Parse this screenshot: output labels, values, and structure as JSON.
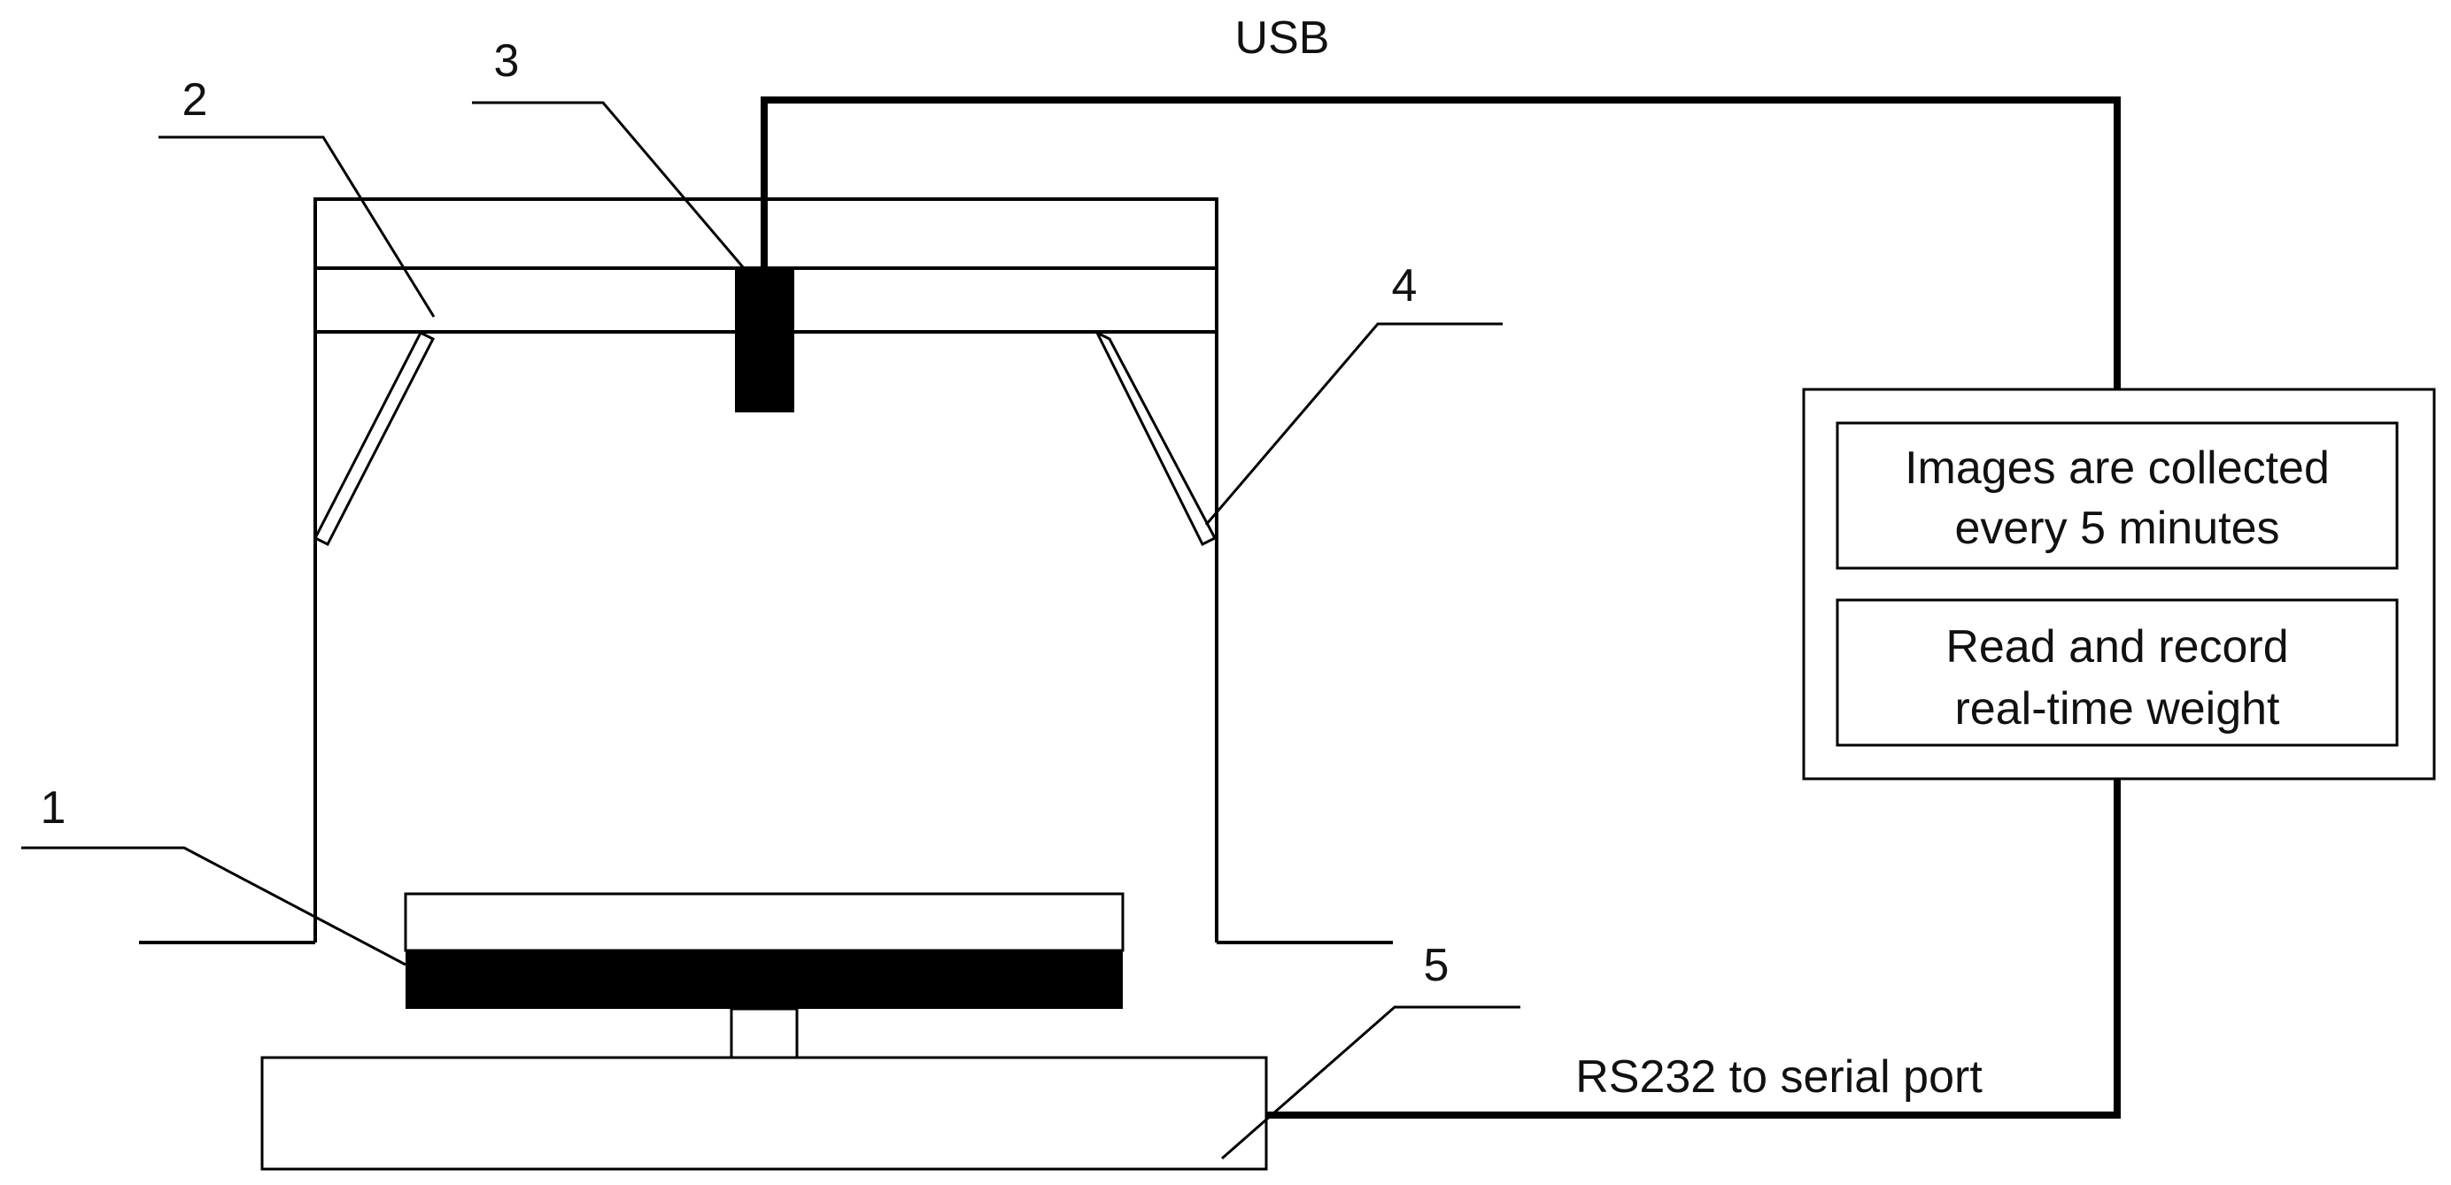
{
  "labels": {
    "usb": "USB",
    "rs232": "RS232 to serial port",
    "callout_1": "1",
    "callout_2": "2",
    "callout_3": "3",
    "callout_4": "4",
    "callout_5": "5"
  },
  "controller": {
    "task_1_line_1": "Images are collected",
    "task_1_line_2": "every 5 minutes",
    "task_2_line_1": "Read and record",
    "task_2_line_2": "real-time weight"
  },
  "colors": {
    "stroke": "#000000",
    "fill_dark": "#000000",
    "background": "#ffffff"
  }
}
